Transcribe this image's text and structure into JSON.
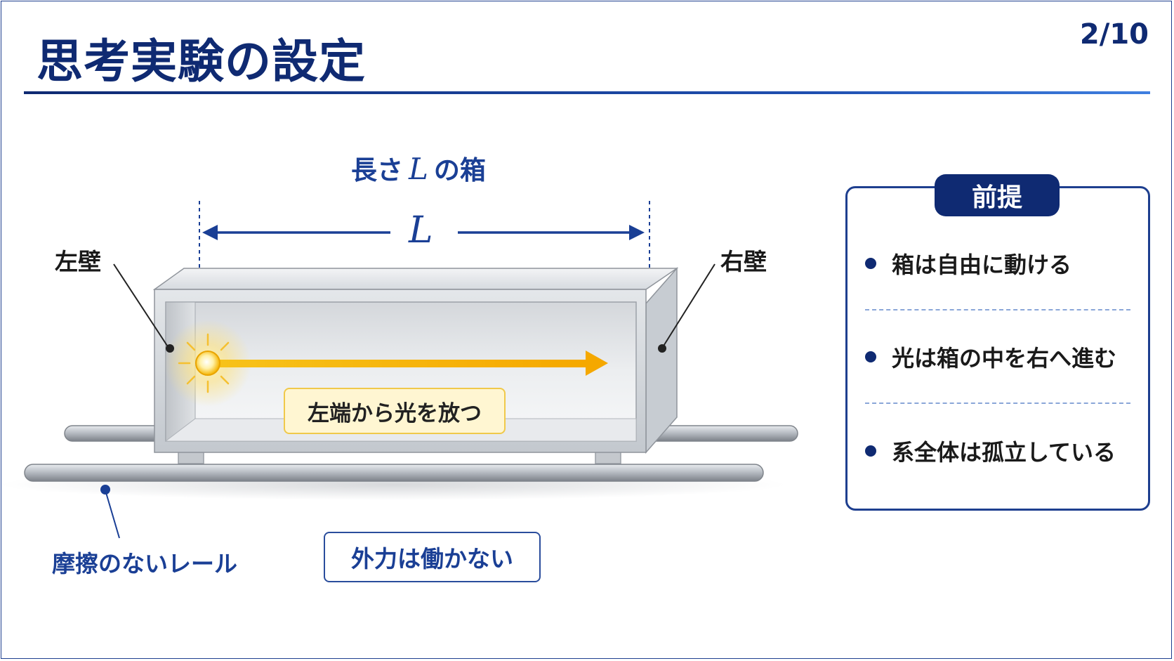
{
  "slide": {
    "title": "思考実験の設定",
    "page_number": "2/10"
  },
  "diagram": {
    "box_title_prefix": "長さ",
    "box_title_symbol": "L",
    "box_title_suffix": "の箱",
    "length_symbol": "L",
    "left_wall": "左壁",
    "right_wall": "右壁",
    "emit_label": "左端から光を放つ",
    "rail_label": "摩擦のないレール",
    "force_label": "外力は働かない"
  },
  "premise": {
    "tag": "前提",
    "items": [
      "箱は自由に動ける",
      "光は箱の中を右へ進む",
      "系全体は孤立している"
    ]
  },
  "colors": {
    "navy": "#0f2a72",
    "accent_blue": "#1a3f95",
    "light_beam": "#f5b400",
    "box_frame": "#c9cdd3"
  }
}
